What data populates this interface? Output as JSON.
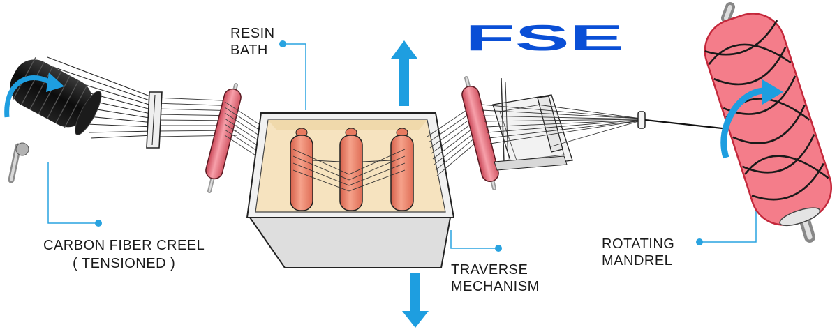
{
  "logo": {
    "text": "FSE",
    "color": "#0a4fd6"
  },
  "labels": {
    "resin_bath": [
      "RESIN",
      "BATH"
    ],
    "creel": [
      "CARBON FIBER CREEL",
      "( TENSIONED )"
    ],
    "traverse": [
      "TRAVERSE",
      "MECHANISM"
    ],
    "mandrel": [
      "ROTATING",
      "MANDREL"
    ]
  },
  "colors": {
    "callout": "#29a3e0",
    "arrow": "#1e9ee0",
    "roller": "#f07a86",
    "mandrel": "#f47d8a",
    "bath_roller": "#ef8a6f",
    "bath_fill": "#f6e3bf",
    "creel": "#141414",
    "fiber": "#2a2a2a"
  }
}
